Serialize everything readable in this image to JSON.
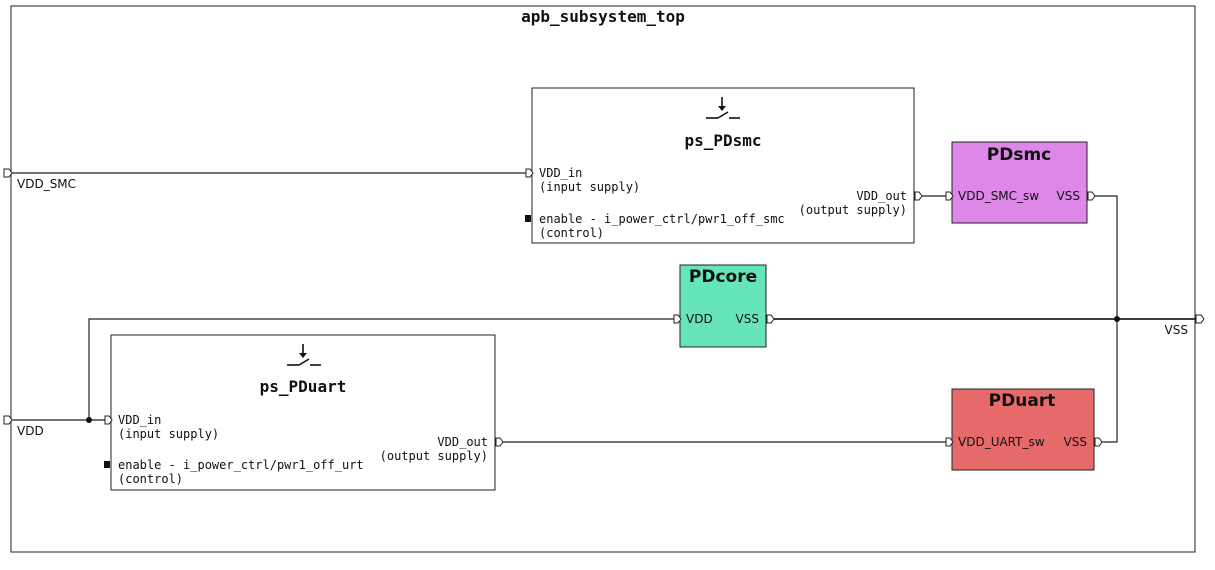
{
  "diagram": {
    "title": "apb_subsystem_top",
    "top_ports": {
      "vdd_smc": "VDD_SMC",
      "vdd": "VDD",
      "vss": "VSS"
    },
    "switches": [
      {
        "id": "smc",
        "name": "ps_PDsmc",
        "input_port": "VDD_in",
        "input_desc": "(input supply)",
        "enable_label": "enable - i_power_ctrl/pwr1_off_smc",
        "enable_desc": "(control)",
        "output_port": "VDD_out",
        "output_desc": "(output supply)"
      },
      {
        "id": "uart",
        "name": "ps_PDuart",
        "input_port": "VDD_in",
        "input_desc": "(input supply)",
        "enable_label": "enable - i_power_ctrl/pwr1_off_urt",
        "enable_desc": "(control)",
        "output_port": "VDD_out",
        "output_desc": "(output supply)"
      }
    ],
    "domains": [
      {
        "id": "pdsmc",
        "name": "PDsmc",
        "left_port": "VDD_SMC_sw",
        "right_port": "VSS",
        "color": "#dd88e8"
      },
      {
        "id": "pdcore",
        "name": "PDcore",
        "left_port": "VDD",
        "right_port": "VSS",
        "color": "#66e6b8"
      },
      {
        "id": "pduart",
        "name": "PDuart",
        "left_port": "VDD_UART_sw",
        "right_port": "VSS",
        "color": "#e66a6a"
      }
    ]
  }
}
